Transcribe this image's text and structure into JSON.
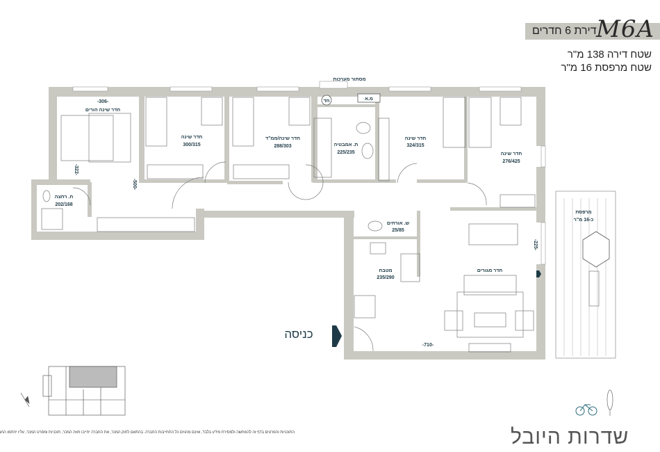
{
  "header": {
    "model": "M6A",
    "rooms_title": "דירת 6 חדרים",
    "apartment_area": "שטח דירה 138 מ\"ר",
    "balcony_area": "שטח מרפסת 16 מ\"ר"
  },
  "plan": {
    "systems_shaft": "מסתור מערכות",
    "closet": "חד",
    "ac": "מ.א",
    "master_dim": "-306-",
    "master_name": "חדר שינה הורים",
    "master_dim2": "-322-",
    "corridor_dim": "-500-",
    "bath_master_name": "ח. רחצה",
    "bath_master_size": "202/168",
    "bed1_name": "חדר שינה",
    "bed1_size": "300/315",
    "bed2_name": "חדר שינה/ממ\"ד",
    "bed2_size": "288/303",
    "bath_name": "ת. אמבטיה",
    "bath_size": "225/235",
    "bed3_name": "חדר שינה",
    "bed3_size": "324/315",
    "bed4_name": "חדר שינה",
    "bed4_size": "276/425",
    "guest_wc_name": "ש. אורחים",
    "guest_wc_size": "25/85",
    "kitchen_name": "מטבח",
    "kitchen_size": "235/290",
    "living_name": "חדר מגורים",
    "living_dim": "-225-",
    "living_dim2": "-710-",
    "balcony_name": "מרפסת",
    "balcony_size": "כ-16 מ\"ר",
    "entrance": "כניסה"
  },
  "footer": {
    "logo": "שדרות היובל",
    "disclaimer": "התוכניות והפרטים בדף זה להמחשה ולמסירת מידע בלבד, ואינם מהווים כל התחייבות החברה. בהתאם לחוק המכר, את החברה יחייבו חוזה המכר, תוכניות ומפרט המכר, עליו יחתמו החברה והרוכשים."
  },
  "colors": {
    "wall": "#c9c9c2",
    "label": "#1e3a46",
    "title_bar": "#c7c7c0"
  },
  "icons": [
    "entrance-arrow-icon",
    "compass-icon",
    "bicycle-icon",
    "tree-icon"
  ]
}
